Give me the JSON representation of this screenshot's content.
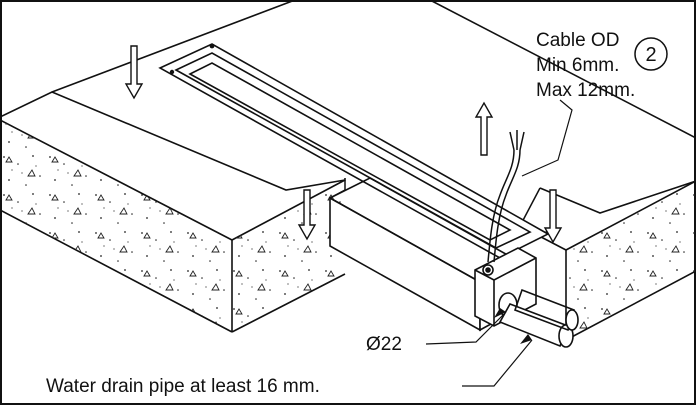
{
  "diagram": {
    "step_number": "2",
    "cable_label": {
      "line1": "Cable OD",
      "line2": "Min 6mm.",
      "line3": "Max 12mm."
    },
    "diameter_label": "Ø22",
    "drain_label": "Water drain pipe at least 16 mm.",
    "colors": {
      "line": "#111111",
      "background": "#ffffff"
    },
    "icons": [
      "down-arrow-icon",
      "up-arrow-icon"
    ]
  }
}
